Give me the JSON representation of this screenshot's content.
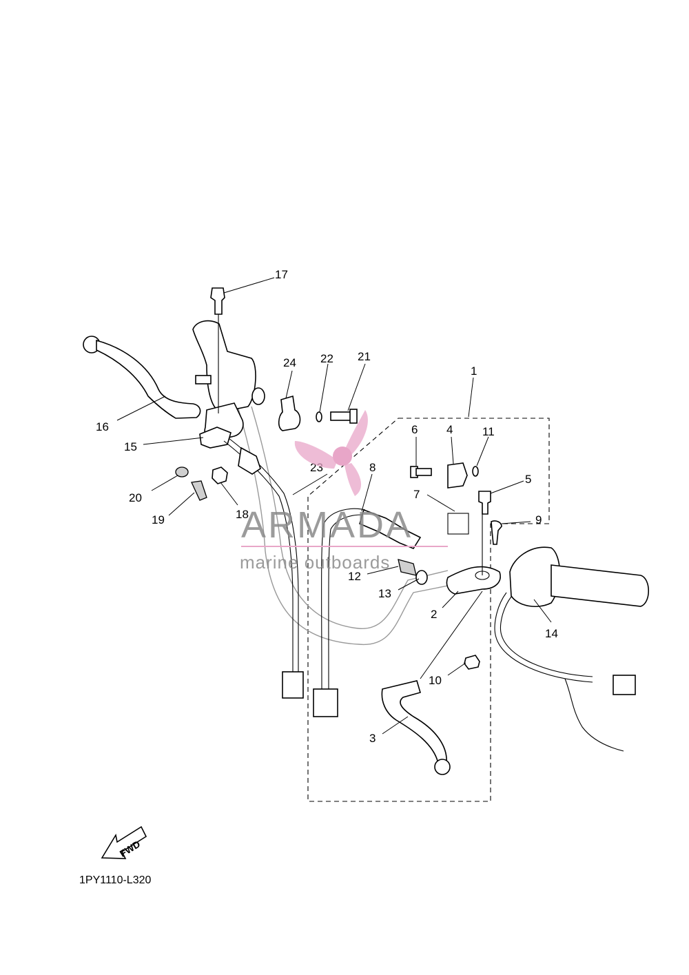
{
  "diagram": {
    "part_code": "1PY1110-L320",
    "direction_label": "FWD",
    "callouts": [
      "1",
      "2",
      "3",
      "4",
      "5",
      "6",
      "7",
      "8",
      "9",
      "10",
      "11",
      "12",
      "13",
      "14",
      "15",
      "16",
      "17",
      "18",
      "19",
      "20",
      "21",
      "22",
      "23",
      "24"
    ]
  },
  "watermark": {
    "brand": "ARMADA",
    "tagline": "marine outboards",
    "logo_color": "#e8a6c8",
    "text_color": "#8a8a8a"
  }
}
